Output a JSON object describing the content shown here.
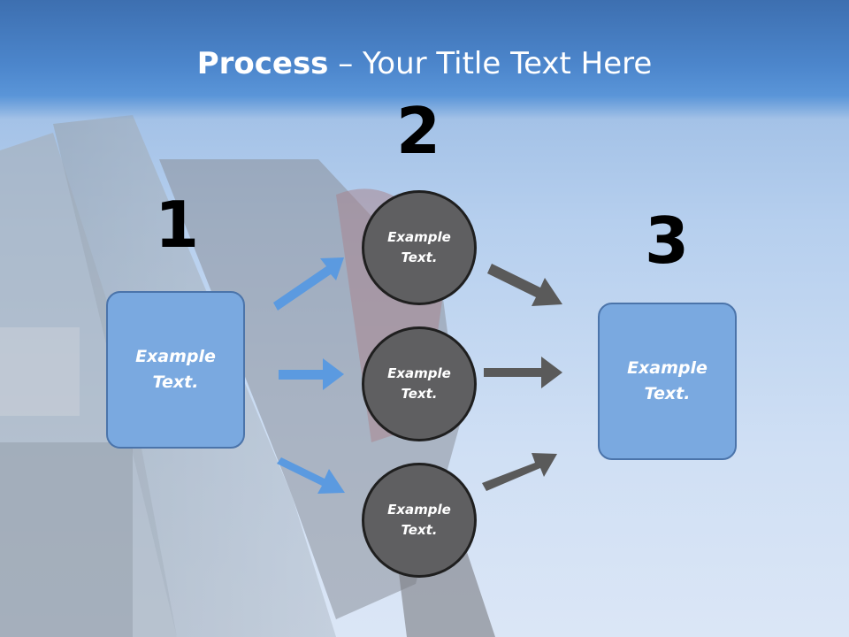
{
  "slide": {
    "title_bold": "Process",
    "title_rest": " – Your Title Text Here"
  },
  "steps": {
    "one": "1",
    "two": "2",
    "three": "3"
  },
  "boxes": {
    "left": "Example Text.",
    "right": "Example Text."
  },
  "circles": {
    "top": "Example Text.",
    "middle": "Example Text.",
    "bottom": "Example Text."
  },
  "colors": {
    "box_fill": "#7aa9e0",
    "circle_fill": "#5f5f61",
    "blue_arrow": "#5b9ae0",
    "gray_arrow": "#5a5a5a"
  }
}
